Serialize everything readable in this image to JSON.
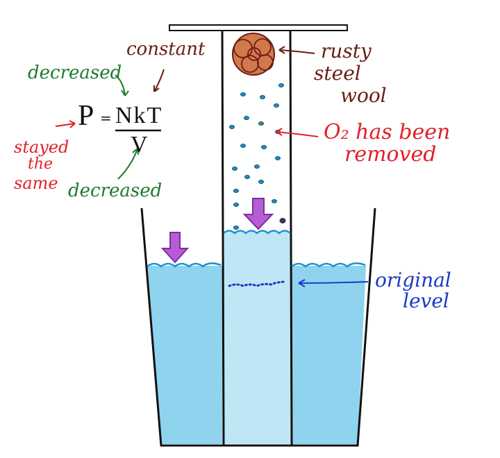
{
  "labels": {
    "constant": "constant",
    "decreased_top": "decreased",
    "decreased_bottom": "decreased",
    "stayed_the_same": [
      "stayed",
      "the",
      "same"
    ],
    "rusty_steel_wool": [
      "rusty",
      "steel",
      "wool"
    ],
    "o2_removed": [
      "O₂ has been",
      "removed"
    ],
    "original_level": [
      "original",
      "level"
    ]
  },
  "equation": {
    "lhs": "P",
    "equals": "=",
    "numerator": "NkT",
    "denominator": "V"
  },
  "colors": {
    "water": "#8fd3ee",
    "water_edge": "#2a9ad8",
    "arrow_fill": "#b85cd6",
    "steel_wool": "#d2784d",
    "red_ink": "#e0202a",
    "green_ink": "#1d7a2e",
    "brown_ink": "#6a1d12",
    "blue_ink": "#1a36c8"
  }
}
